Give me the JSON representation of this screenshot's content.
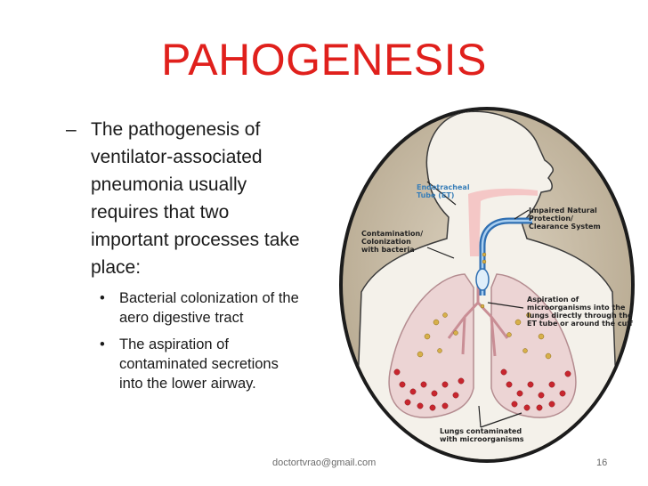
{
  "slide": {
    "title": "PAHOGENESIS",
    "main_bullet": "The pathogenesis of ventilator-associated pneumonia usually requires that two important processes take place:",
    "sub_bullets": [
      "Bacterial colonization of the aero digestive tract",
      "The aspiration of contaminated secretions into the lower airway."
    ]
  },
  "figure": {
    "labels": {
      "et_tube": "Endotracheal Tube (ET)",
      "impaired": "Impaired Natural Protection/ Clearance System",
      "contamination": "Contamination/ Colonization with bacteria",
      "aspiration": "Aspiration of microorganisms into the lungs directly through the ET tube or around the cuff",
      "lungs": "Lungs contaminated with microorganisms"
    }
  },
  "footer": {
    "email": "doctortvrao@gmail.com",
    "page_number": "16"
  }
}
